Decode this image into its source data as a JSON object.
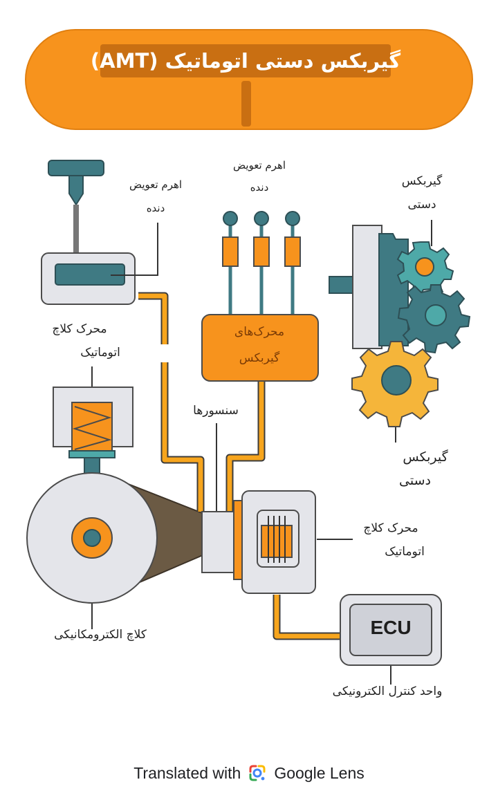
{
  "title": "گیربکس دستی اتوماتیک (AMT)",
  "labels": {
    "gear_lever_left_1": "اهرم تعویض",
    "gear_lever_left_2": "دنده",
    "gear_lever_center_1": "اهرم تعویض",
    "gear_lever_center_2": "دنده",
    "manual_gearbox_top_1": "گیربکس",
    "manual_gearbox_top_2": "دستی",
    "clutch_motor_left_1": "محرک کلاچ",
    "clutch_motor_left_2": "اتوماتیک",
    "gearbox_actuators_1": "محرک‌های",
    "gearbox_actuators_2": "گیربکس",
    "sensors": "سنسورها",
    "manual_gearbox_bottom_1": "گیربکس",
    "manual_gearbox_bottom_2": "دستی",
    "clutch_motor_right_1": "محرک کلاچ",
    "clutch_motor_right_2": "اتوماتیک",
    "ecu_box": "ECU",
    "electromechanical_clutch": "کلاچ الکترومکانیکی",
    "ecu_label": "واحد کنترل الکترونیکی"
  },
  "footer": {
    "prefix": "Translated with",
    "brand": "Google Lens"
  },
  "colors": {
    "orange": "#f7931d",
    "dark_orange": "#c96f12",
    "teal": "#3f7a83",
    "light_gray": "#e4e5ea",
    "outline": "#4b4b4b"
  }
}
